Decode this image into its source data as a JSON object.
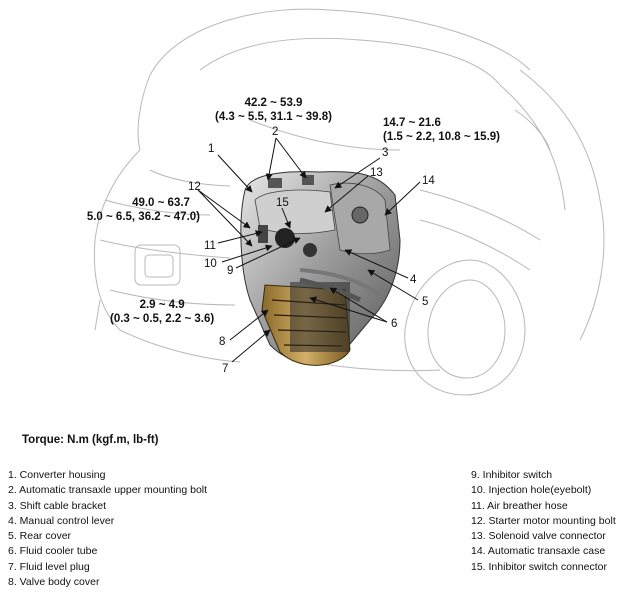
{
  "torque_specs": {
    "spec_a": {
      "line1": "42.2 ~ 53.9",
      "line2": "(4.3 ~ 5.5, 31.1 ~ 39.8)"
    },
    "spec_b": {
      "line1": "14.7 ~ 21.6",
      "line2": "(1.5 ~ 2.2, 10.8 ~ 15.9)"
    },
    "spec_c": {
      "line1": "49.0 ~ 63.7",
      "line2": "5.0 ~ 6.5, 36.2 ~ 47.0)"
    },
    "spec_d": {
      "line1": "2.9 ~ 4.9",
      "line2": "(0.3 ~ 0.5, 2.2 ~ 3.6)"
    }
  },
  "callouts": [
    "1",
    "2",
    "3",
    "4",
    "5",
    "6",
    "7",
    "8",
    "9",
    "10",
    "11",
    "12",
    "13",
    "14",
    "15"
  ],
  "torque_heading": "Torque:  N.m (kgf.m, lb-ft)",
  "legend_left": [
    "1. Converter housing",
    "2. Automatic transaxle upper mounting bolt",
    "3. Shift cable bracket",
    "4. Manual control lever",
    "5. Rear cover",
    "6. Fluid cooler tube",
    "7. Fluid level plug",
    "8. Valve body cover"
  ],
  "legend_right": [
    "9. Inhibitor switch",
    "10. Injection hole(eyebolt)",
    "11. Air breather hose",
    "12. Starter motor mounting bolt",
    "13. Solenoid valve connector",
    "14. Automatic transaxle case",
    "15. Inhibitor switch connector"
  ]
}
